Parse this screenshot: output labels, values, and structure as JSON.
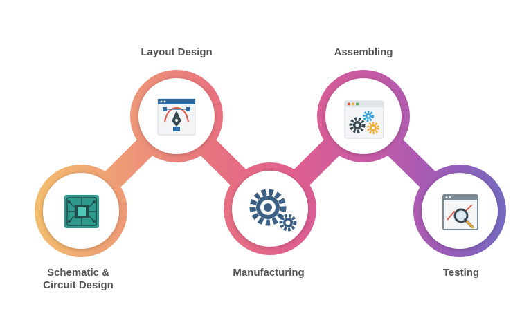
{
  "steps": [
    {
      "label": "Layout Design",
      "icon": "vector-pen-icon"
    },
    {
      "label": "Assembling",
      "icon": "browser-gears-icon"
    },
    {
      "label": "Schematic &",
      "label2": "Circuit Design",
      "icon": "circuit-chip-icon"
    },
    {
      "label": "Manufacturing",
      "icon": "gears-icon"
    },
    {
      "label": "Testing",
      "icon": "browser-magnifier-icon"
    }
  ],
  "colors": {
    "gradient": [
      "#f3c06d",
      "#ee9a77",
      "#e8737f",
      "#df5f8f",
      "#c35aa7",
      "#9b5cb7",
      "#6f6bc1"
    ],
    "text": "#555555"
  }
}
